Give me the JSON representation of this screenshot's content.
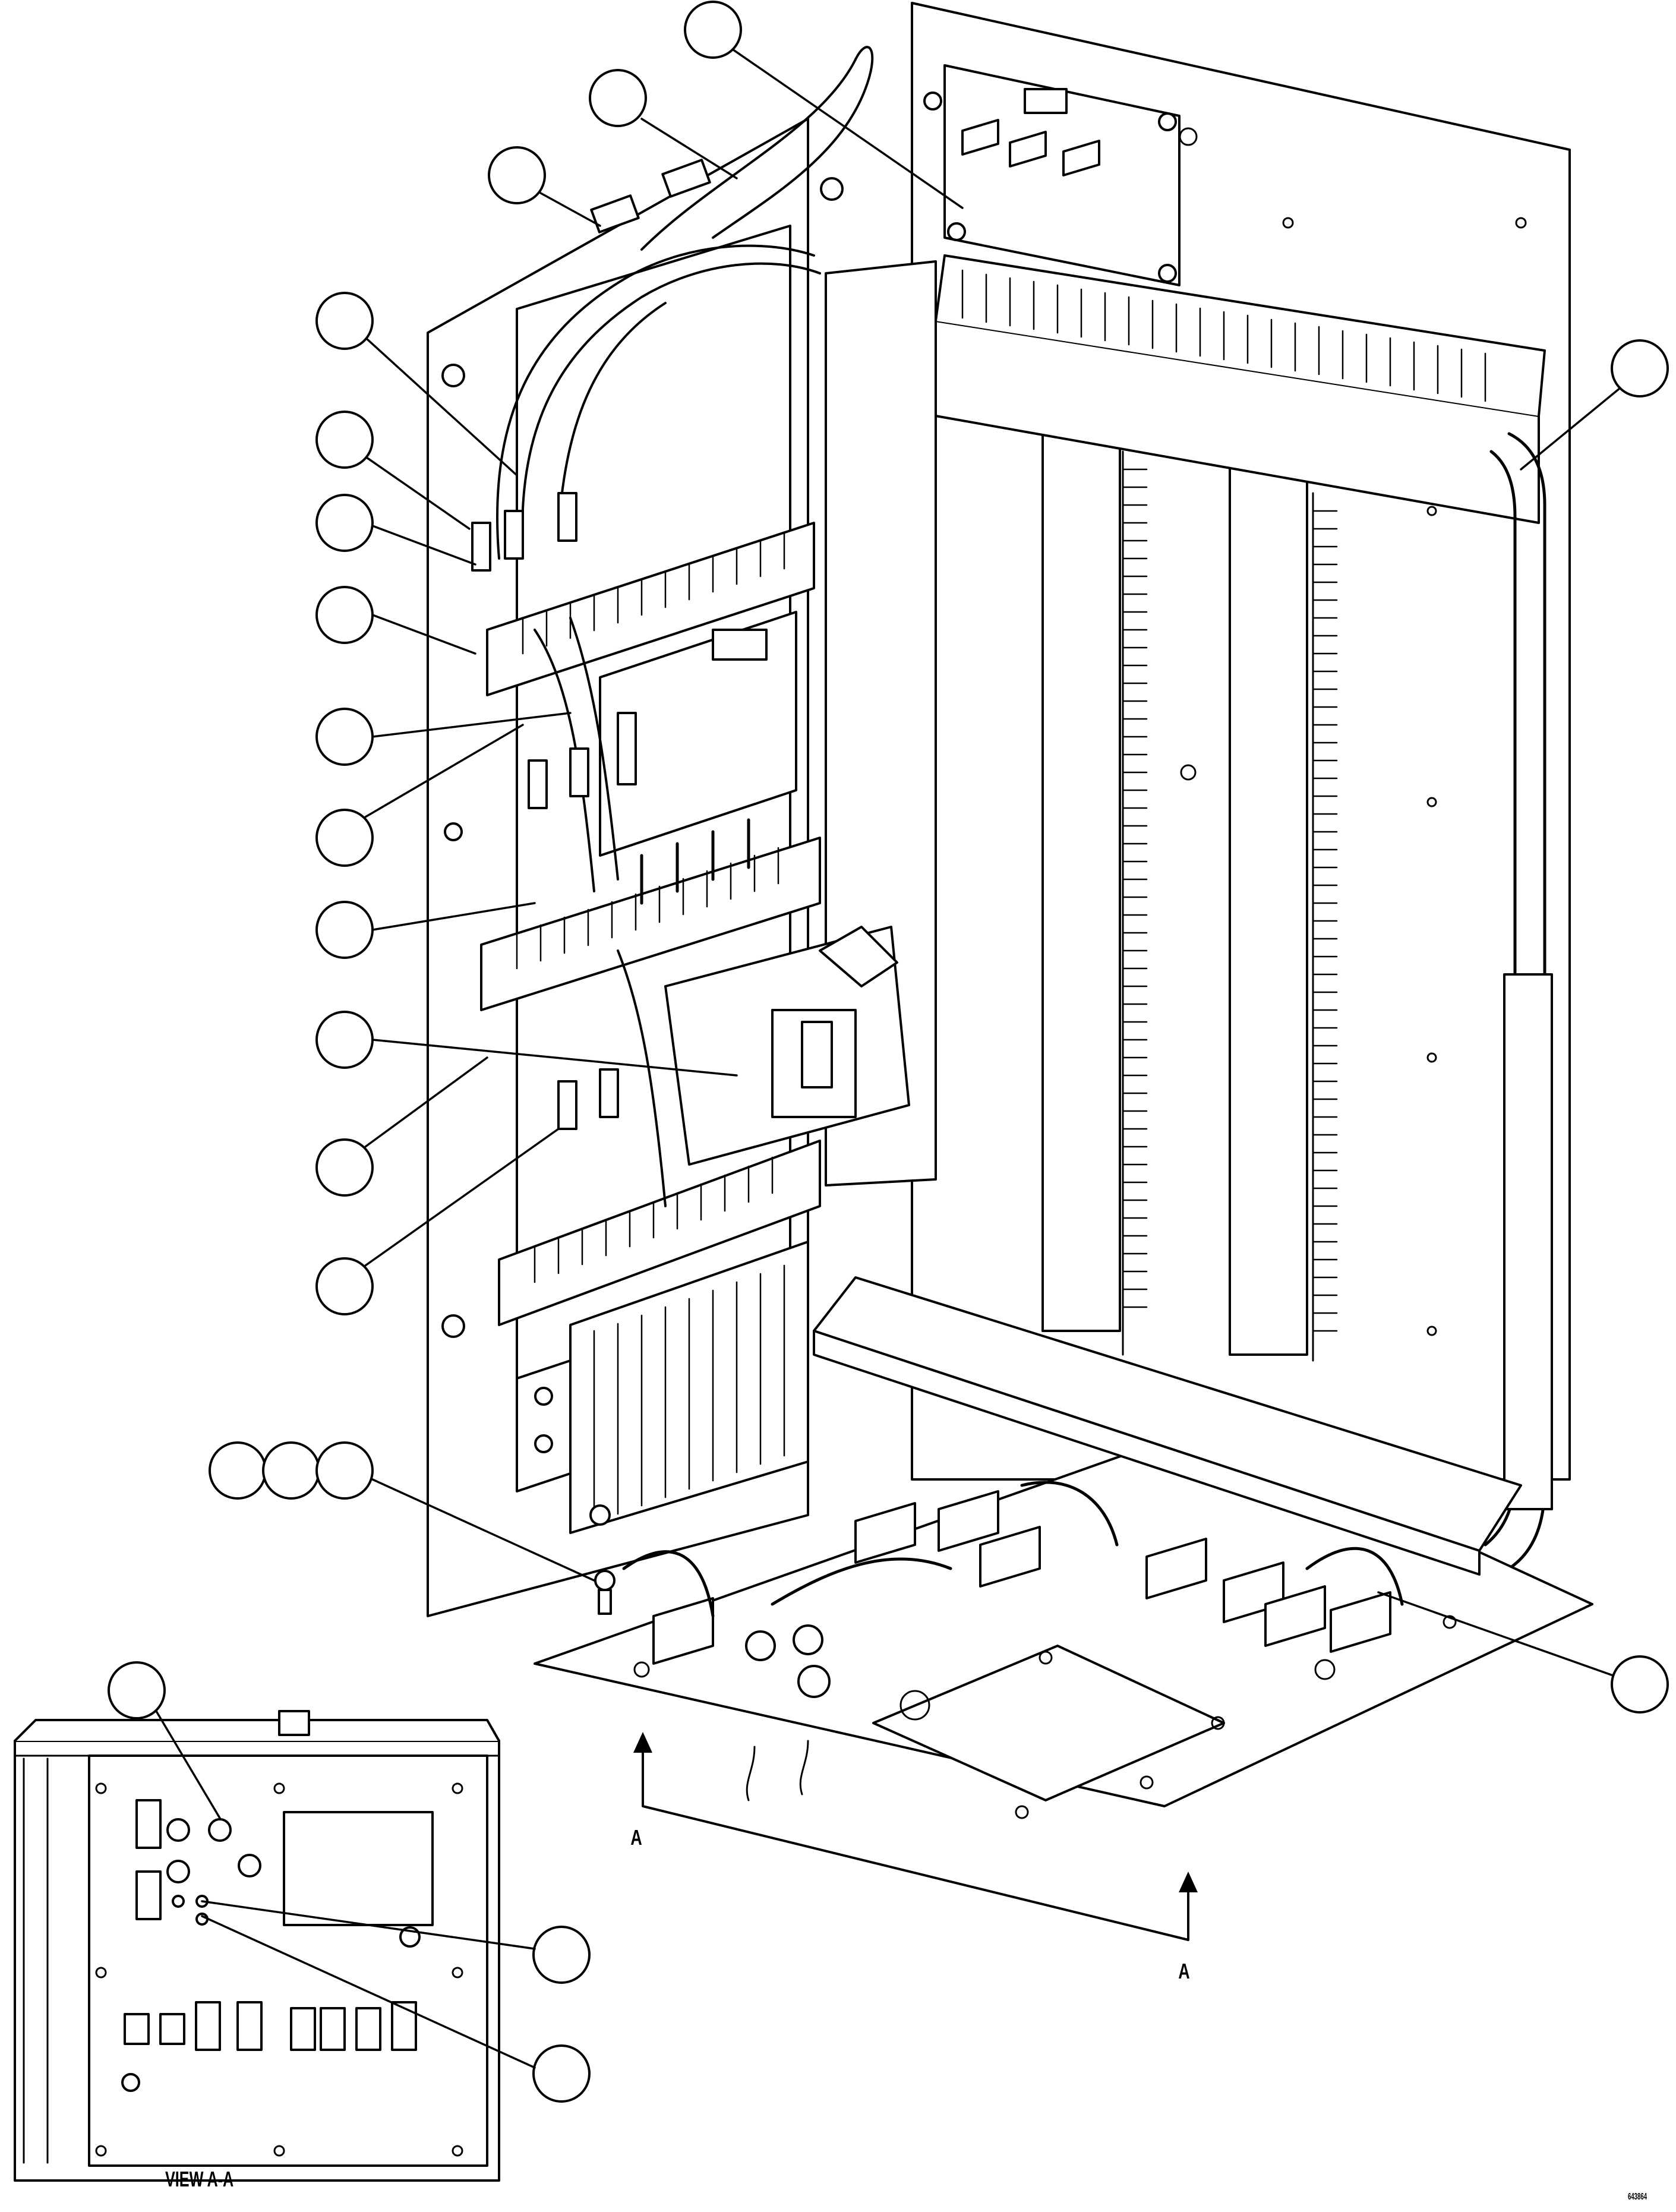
{
  "figure": {
    "section_marker": "A",
    "view_caption": "VIEW A-A",
    "figure_id": "643864",
    "callouts": []
  },
  "colors": {
    "line": "#000000",
    "paper": "#ffffff"
  }
}
